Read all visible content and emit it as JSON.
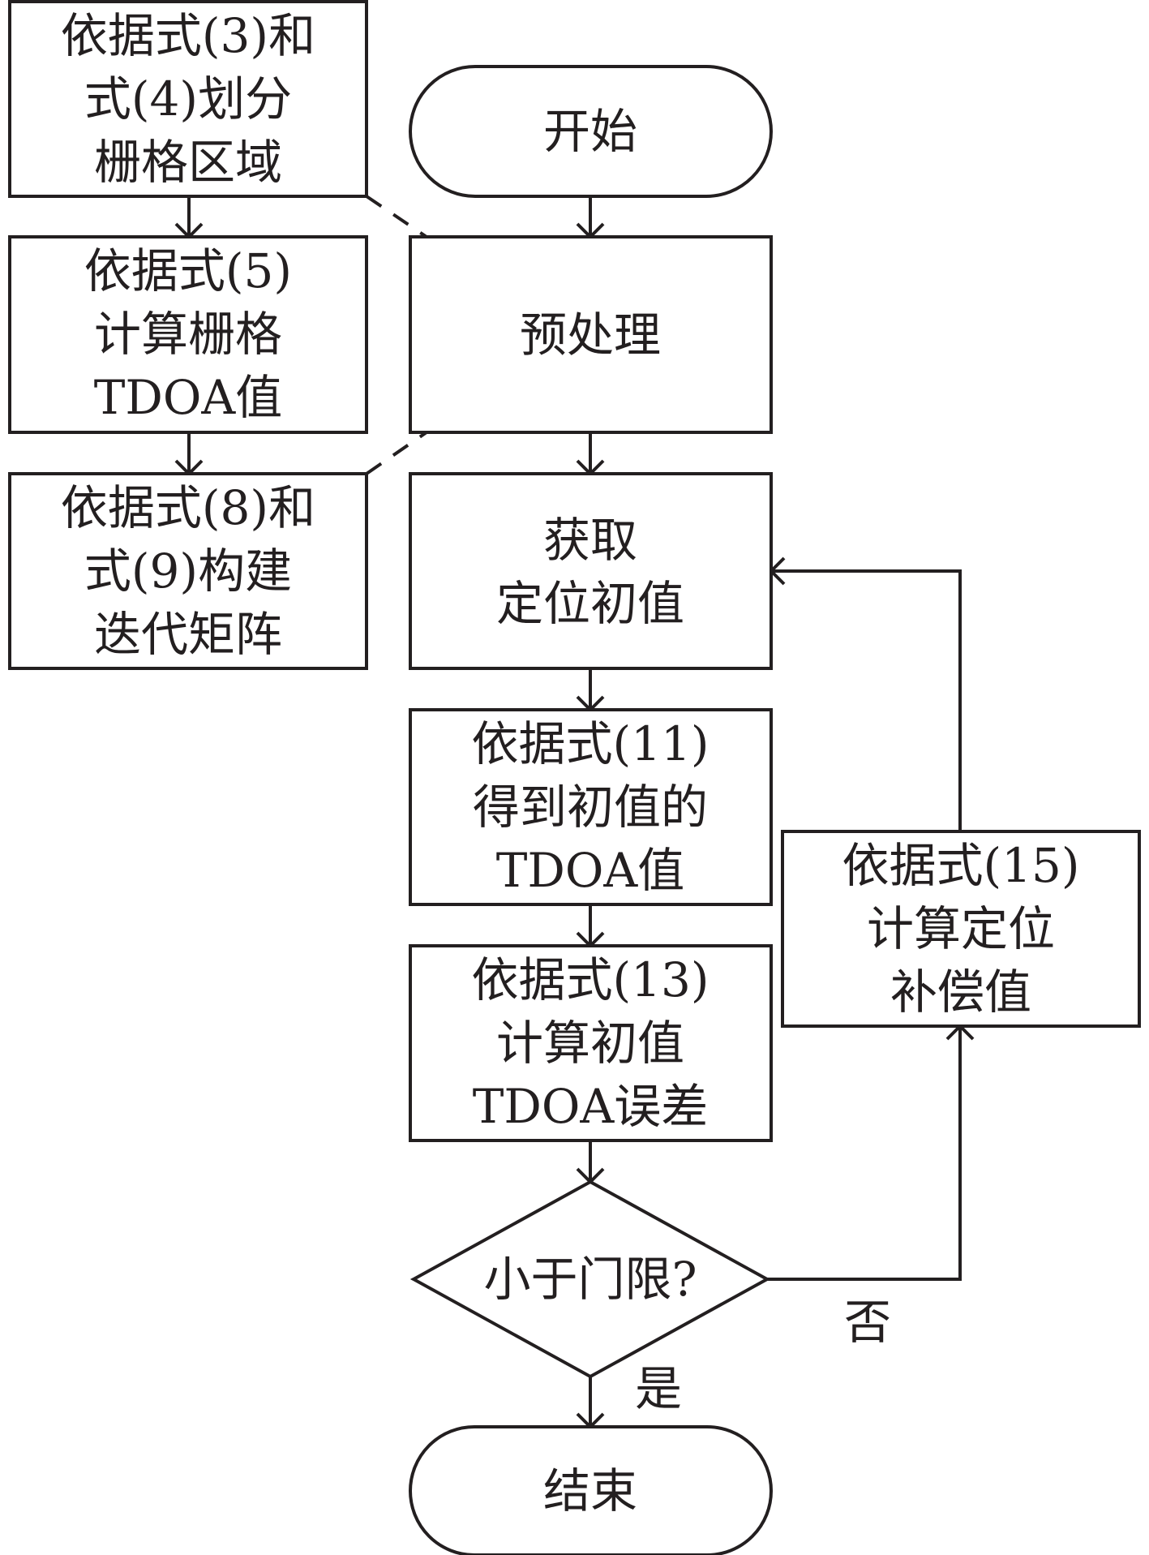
{
  "nodes": {
    "start": {
      "lines": [
        "开始"
      ]
    },
    "preprocess": {
      "lines": [
        "预处理"
      ]
    },
    "get_initial": {
      "lines": [
        "获取",
        "定位初值"
      ]
    },
    "eq11": {
      "lines": [
        "依据式(11)",
        "得到初值的",
        "TDOA值"
      ]
    },
    "eq13": {
      "lines": [
        "依据式(13)",
        "计算初值",
        "TDOA误差"
      ]
    },
    "decision": {
      "lines": [
        "小于门限?"
      ]
    },
    "end": {
      "lines": [
        "结束"
      ]
    },
    "eq15": {
      "lines": [
        "依据式(15)",
        "计算定位",
        "补偿值"
      ]
    },
    "eq3_4": {
      "lines": [
        "依据式(3)和",
        "式(4)划分",
        "栅格区域"
      ]
    },
    "eq5": {
      "lines": [
        "依据式(5)",
        "计算栅格",
        "TDOA值"
      ]
    },
    "eq8_9": {
      "lines": [
        "依据式(8)和",
        "式(9)构建",
        "迭代矩阵"
      ]
    }
  },
  "edge_labels": {
    "yes": "是",
    "no": "否"
  }
}
